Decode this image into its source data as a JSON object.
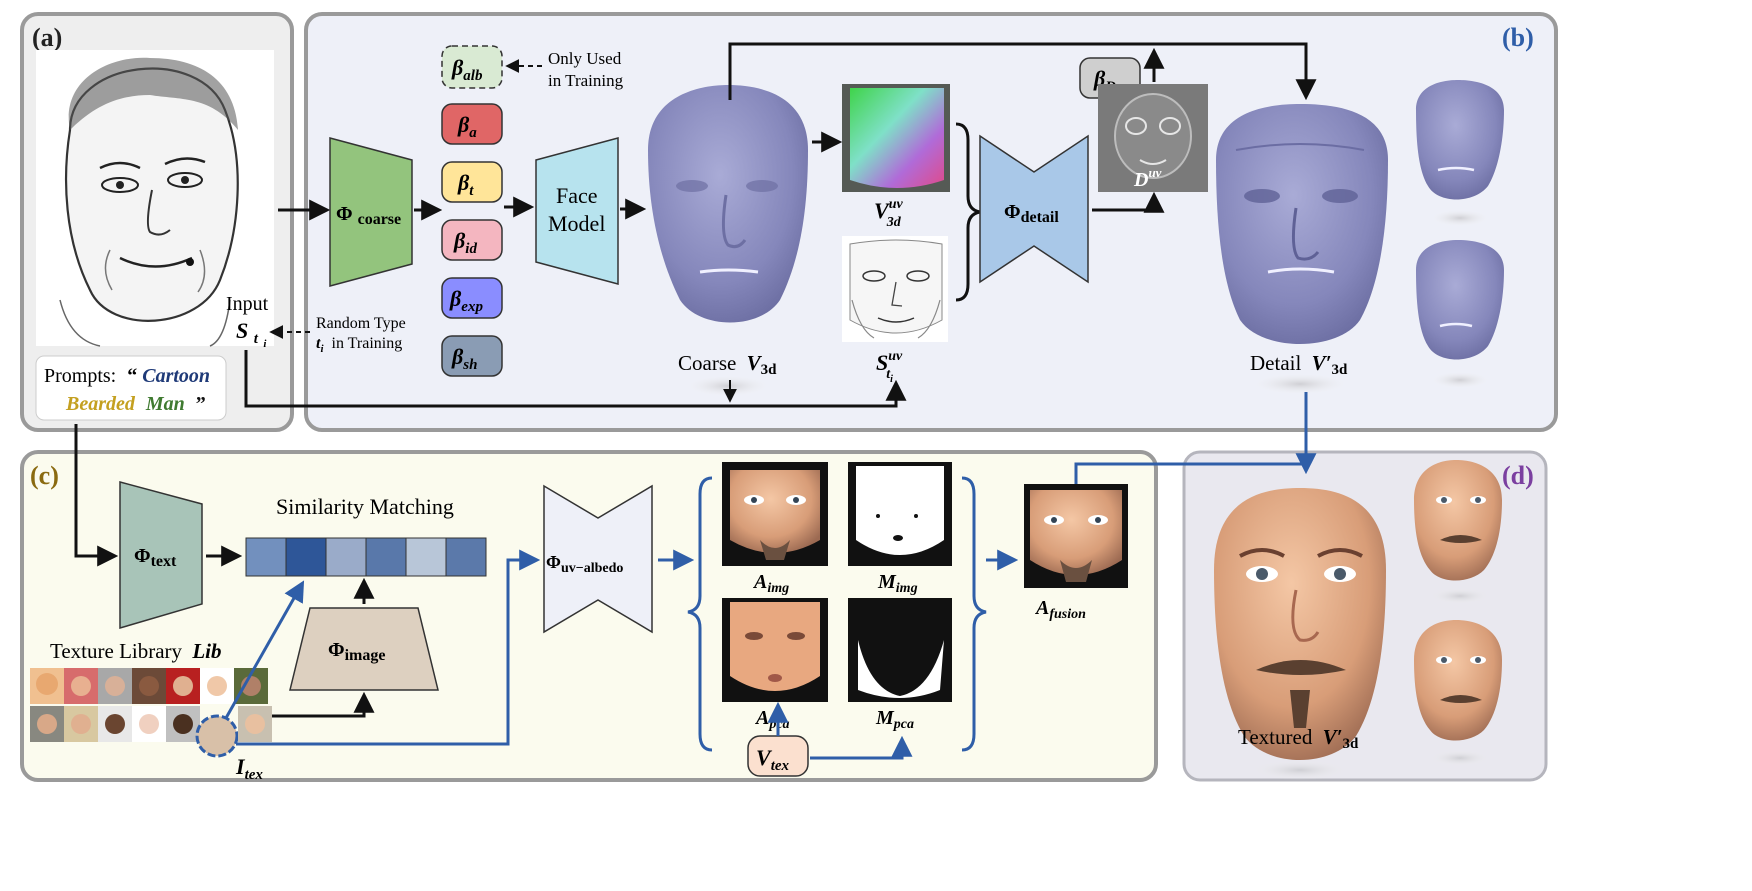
{
  "panels": {
    "a": {
      "label": "(a)"
    },
    "b": {
      "label": "(b)"
    },
    "c": {
      "label": "(c)"
    },
    "d": {
      "label": "(d)"
    }
  },
  "colors": {
    "panel_a_bg": "#eeeeee",
    "panel_b_bg": "#eef0f8",
    "panel_c_bg": "#fbfbee",
    "panel_d_bg": "#e9e8ef",
    "blue_arrow": "#2f5ea8",
    "coarse_encoder": "#93c47d",
    "face_model": "#b7e3ee",
    "detail_encoder": "#a9c8e8",
    "text_encoder": "#a8c4b8",
    "image_encoder": "#ddd0c0",
    "uv_albedo": "#eef0f8",
    "beta_alb": "#d9ead3",
    "beta_a": "#e06666",
    "beta_t": "#ffe599",
    "beta_id": "#f4b6c0",
    "beta_exp": "#8a8dff",
    "beta_sh": "#8a9cb4",
    "beta_D": "#cfcfcf",
    "v_tex": "#fbe0cf",
    "face_gray_blue": "#8d8fc0",
    "similarity_cells": [
      "#7290be",
      "#2e5698",
      "#9aabc9",
      "#5978aa",
      "#b8c6d8",
      "#5b79aa"
    ]
  },
  "labels": {
    "beta_alb": "β",
    "beta_alb_sub": "alb",
    "beta_a": "β",
    "beta_a_sub": "a",
    "beta_t": "β",
    "beta_t_sub": "t",
    "beta_id": "β",
    "beta_id_sub": "id",
    "beta_exp": "β",
    "beta_exp_sub": "exp",
    "beta_sh": "β",
    "beta_sh_sub": "sh",
    "beta_D": "β",
    "beta_D_sub": "D",
    "only_used_1": "Only Used",
    "only_used_2": "in Training",
    "random_type_1": "Random Type",
    "random_type_2": "in Training",
    "random_type_var": "t",
    "random_type_var_sub": "i",
    "phi": "Φ",
    "phi_coarse_sub": "coarse",
    "phi_detail_sub": "detail",
    "phi_text_sub": "text",
    "phi_image_sub": "image",
    "phi_uv_sub": "uv−albedo",
    "face_model_1": "Face",
    "face_model_2": "Model",
    "coarse_label": "Coarse",
    "v3d": "V",
    "v3d_sub": "3d",
    "v3d_sup": "uv",
    "detail_label": "Detail",
    "v3d_prime": "V′",
    "s_uv": "S",
    "s_uv_sup": "uv",
    "s_uv_sub": "t",
    "s_uv_subsub": "i",
    "d_uv": "D",
    "d_uv_sup": "uv",
    "input_label": "Input",
    "input_var": "S",
    "input_sub": "t",
    "input_subsub": "i",
    "prompts_label": "Prompts:",
    "prompt_quote_open": "“",
    "prompt_word1": "Cartoon",
    "prompt_word2": "Bearded",
    "prompt_word3": "Man",
    "prompt_quote_close": "”",
    "similarity_matching": "Similarity Matching",
    "texture_library": "Texture Library",
    "texture_library_var": "Lib",
    "i_tex": "I",
    "i_tex_sub": "tex",
    "a_img": "A",
    "a_img_sub": "img",
    "m_img": "M",
    "m_img_sub": "img",
    "a_pca": "A",
    "a_pca_sub": "pca",
    "m_pca": "M",
    "m_pca_sub": "pca",
    "v_tex": "V",
    "v_tex_sub": "tex",
    "a_fusion": "A",
    "a_fusion_sub": "fusion",
    "textured_label": "Textured"
  }
}
